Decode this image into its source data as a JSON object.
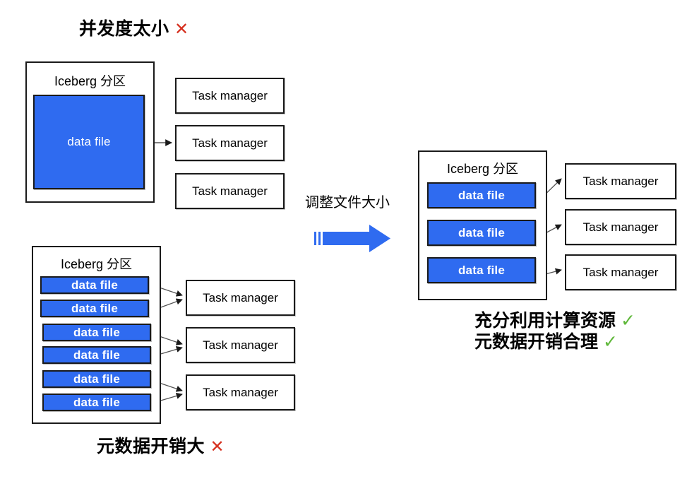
{
  "diagram": {
    "title_top_left": "并发度太小",
    "title_top_left_mark": "✕",
    "caption_bottom_left": "元数据开销大",
    "caption_bottom_left_mark": "✕",
    "middle_label": "调整文件大小",
    "caption_right_line1": "充分利用计算资源",
    "caption_right_line1_mark": "✓",
    "caption_right_line2": "元数据开销合理",
    "caption_right_line2_mark": "✓",
    "colors": {
      "data_file_blue": "#2f6bf0",
      "arrow_blue": "#2f6bf0",
      "border_black": "#1a1a1a",
      "x_red": "#d6301f",
      "check_green": "#5fb83a",
      "background": "#ffffff"
    }
  },
  "groups": {
    "top_left": {
      "partition_title": "Iceberg 分区",
      "data_files": [
        {
          "label": "data file"
        }
      ],
      "task_managers": [
        {
          "label": "Task manager"
        },
        {
          "label": "Task manager"
        },
        {
          "label": "Task manager"
        }
      ]
    },
    "bottom_left": {
      "partition_title": "Iceberg 分区",
      "data_files": [
        {
          "label": "data file"
        },
        {
          "label": "data file"
        },
        {
          "label": "data file"
        },
        {
          "label": "data file"
        },
        {
          "label": "data file"
        },
        {
          "label": "data file"
        }
      ],
      "task_managers": [
        {
          "label": "Task manager"
        },
        {
          "label": "Task manager"
        },
        {
          "label": "Task manager"
        }
      ]
    },
    "right": {
      "partition_title": "Iceberg 分区",
      "data_files": [
        {
          "label": "data file"
        },
        {
          "label": "data file"
        },
        {
          "label": "data file"
        }
      ],
      "task_managers": [
        {
          "label": "Task manager"
        },
        {
          "label": "Task manager"
        },
        {
          "label": "Task manager"
        }
      ]
    }
  }
}
